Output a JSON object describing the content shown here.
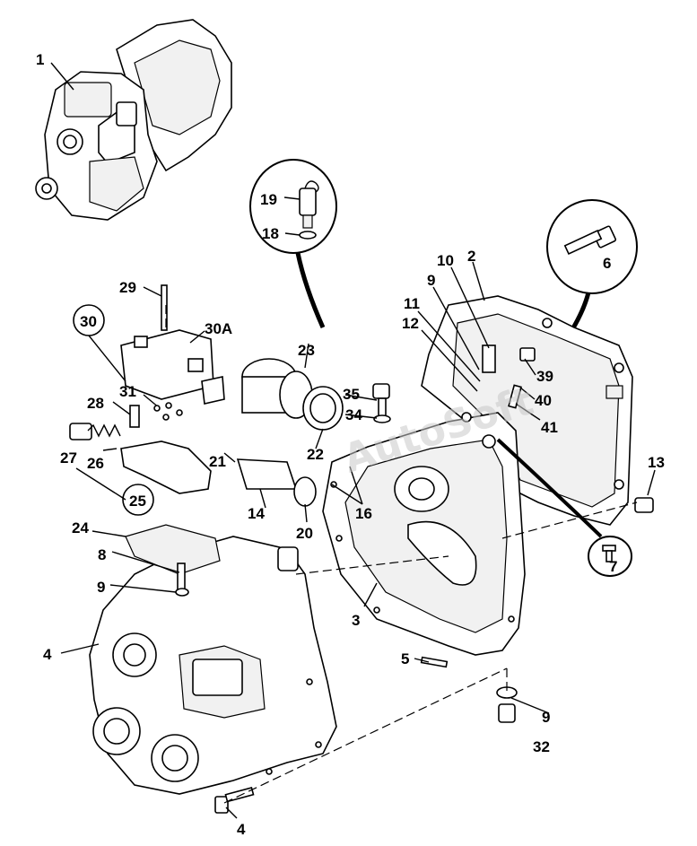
{
  "diagram": {
    "watermark": "AutoSoft",
    "labels": {
      "l1": "1",
      "l2": "2",
      "l3": "3",
      "l4a": "4",
      "l4b": "4",
      "l5": "5",
      "l6": "6",
      "l7": "7",
      "l8": "8",
      "l9a": "9",
      "l9b": "9",
      "l9c": "9",
      "l10": "10",
      "l11": "11",
      "l12": "12",
      "l13": "13",
      "l14": "14",
      "l16": "16",
      "l18": "18",
      "l19": "19",
      "l20": "20",
      "l21": "21",
      "l22": "22",
      "l23": "23",
      "l24": "24",
      "l25": "25",
      "l26": "26",
      "l27": "27",
      "l28": "28",
      "l29": "29",
      "l30": "30",
      "l30A": "30A",
      "l31": "31",
      "l32": "32",
      "l34": "34",
      "l35": "35",
      "l39": "39",
      "l40": "40",
      "l41": "41"
    }
  }
}
